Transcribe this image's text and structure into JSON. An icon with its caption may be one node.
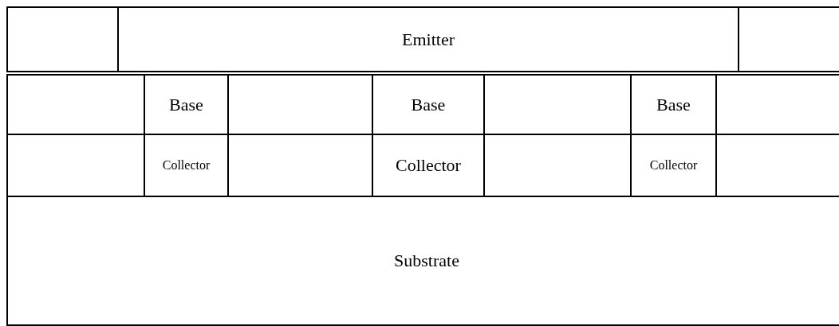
{
  "diagram": {
    "nodes": [
      {
        "text": [],
        "shape": "box"
      },
      {
        "text": [
          "Emitter"
        ]
      },
      {
        "text": [],
        "shape": "box"
      },
      {
        "text": [],
        "shape": "box"
      },
      {
        "text": [
          "Base"
        ]
      },
      {
        "text": [],
        "shape": "box"
      },
      {
        "text": [
          "Base"
        ]
      },
      {
        "text": [],
        "shape": "box"
      },
      {
        "text": [
          "Base"
        ]
      },
      {
        "text": [],
        "shape": "box"
      },
      {
        "text": [],
        "shape": "box"
      },
      {
        "text": [
          "Collector"
        ]
      },
      {
        "text": [],
        "shape": "box"
      },
      {
        "text": [
          "Collector"
        ]
      },
      {
        "text": [],
        "shape": "box"
      },
      {
        "text": [
          "Collector"
        ]
      },
      {
        "text": [],
        "shape": "box"
      },
      {
        "text": [
          "Substrate"
        ]
      }
    ]
  }
}
